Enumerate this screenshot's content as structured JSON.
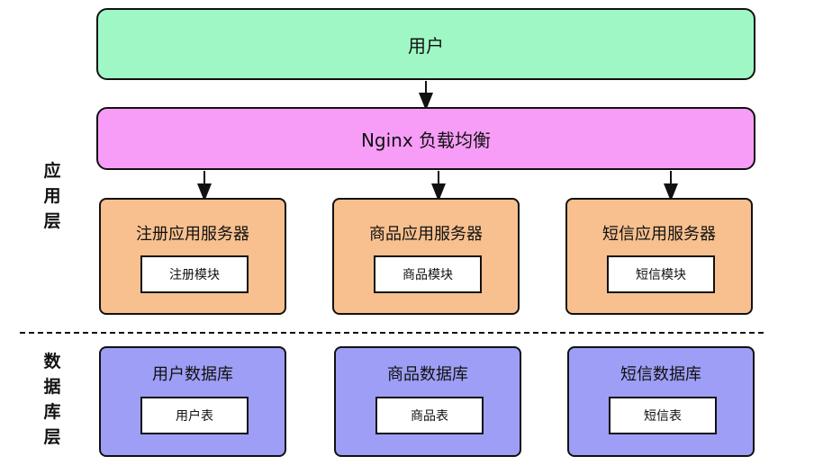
{
  "top": {
    "user": "用户",
    "nginx": "Nginx 负载均衡"
  },
  "layers": {
    "app": "应\n用\n层",
    "db": "数\n据\n库\n层"
  },
  "servers": [
    {
      "title": "注册应用服务器",
      "module": "注册模块"
    },
    {
      "title": "商品应用服务器",
      "module": "商品模块"
    },
    {
      "title": "短信应用服务器",
      "module": "短信模块"
    }
  ],
  "databases": [
    {
      "title": "用户数据库",
      "table": "用户表"
    },
    {
      "title": "商品数据库",
      "table": "商品表"
    },
    {
      "title": "短信数据库",
      "table": "短信表"
    }
  ]
}
